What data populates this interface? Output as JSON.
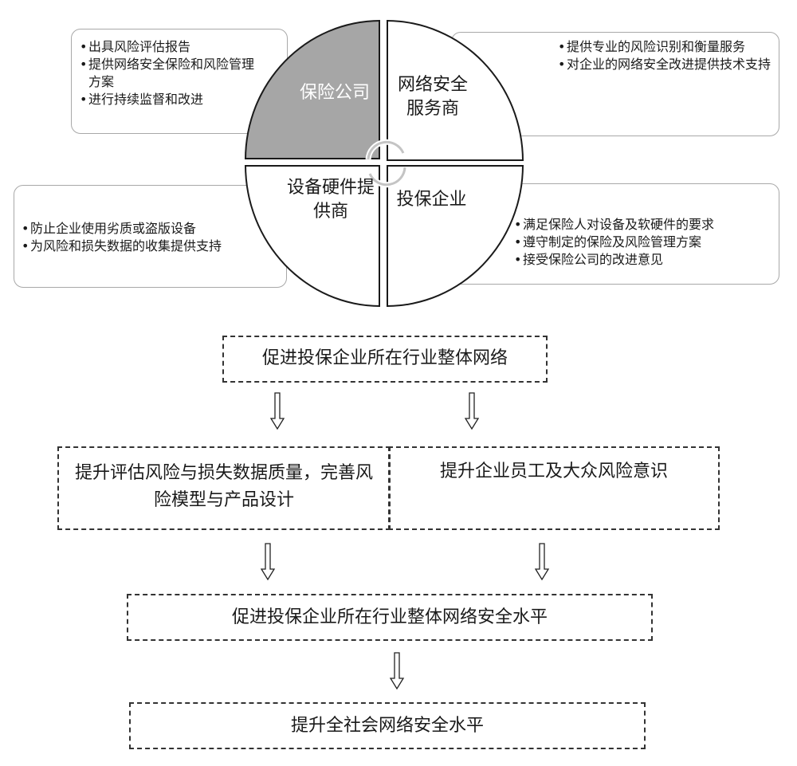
{
  "quadrants": {
    "insurer": "保险公司",
    "security_provider": "网络安全服务商",
    "hardware_provider": "设备硬件提供商",
    "insured_company": "投保企业"
  },
  "insurer_box": {
    "items": [
      "出具风险评估报告",
      "提供网络安全保险和风险管理方案",
      "进行持续监督和改进"
    ]
  },
  "security_provider_box": {
    "items": [
      "提供专业的风险识别和衡量服务",
      "对企业的网络安全改进提供技术支持"
    ]
  },
  "hardware_provider_box": {
    "items": [
      "防止企业使用劣质或盗版设备",
      "为风险和损失数据的收集提供支持"
    ]
  },
  "insured_company_box": {
    "items": [
      "满足保险人对设备及软硬件的要求",
      "遵守制定的保险及风险管理方案",
      "接受保险公司的改进意见"
    ]
  },
  "flow": {
    "step1": "促进投保企业所在行业整体网络",
    "step2_left": "提升评估风险与损失数据质量，完善风险模型与产品设计",
    "step2_right": "提升企业员工及大众风险意识",
    "step3": "促进投保企业所在行业整体网络安全水平",
    "step4": "提升全社会网络安全水平"
  },
  "colors": {
    "insurer_fill": "#a6a6a6",
    "outline": "#1a1a1a",
    "box_border": "#a8a8a8"
  }
}
